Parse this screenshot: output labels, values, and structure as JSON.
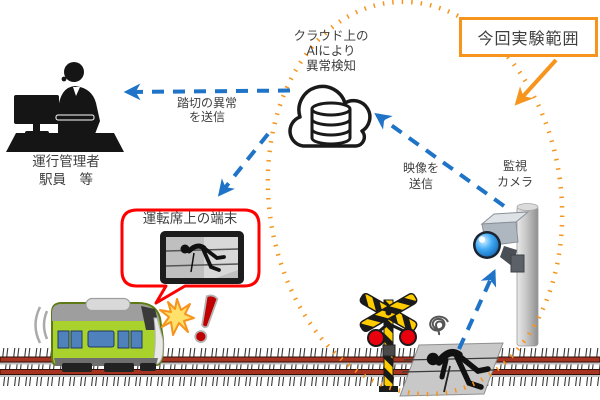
{
  "labels": {
    "scope": "今回実験範囲",
    "cloud": "クラウド上の\nAIにより\n異常検知",
    "operator": "運行管理者\n駅員　等",
    "crossing_alert": "踏切の異常\nを送信",
    "video_send": "映像を\n送信",
    "camera": "監視\nカメラ",
    "terminal": "運転席上の端末"
  },
  "icons": {
    "cloud": "cloud-database-icon",
    "operator": "person-at-desk-icon",
    "train": "train-icon",
    "camera": "cctv-camera-icon",
    "crossing_signal": "railroad-crossing-signal-icon",
    "fallen_person": "fallen-person-icon",
    "terminal_screen": "driver-terminal-screen-icon",
    "alert": "exclamation-mark-icon",
    "flash": "starburst-icon",
    "distress": "spiral-squiggle-icon",
    "track": "railway-track",
    "scope_ellipse": "experiment-scope-dotted-ellipse"
  },
  "colors": {
    "scope_orange": "#F7941D",
    "arrow_blue": "#1F74C7",
    "bubble_red": "#FF0000",
    "train_green": "#A9D32C",
    "rail_brown": "#A63420",
    "signal_yellow": "#FFCC00",
    "alert_red": "#C00000",
    "text": "#3F3F3F"
  }
}
